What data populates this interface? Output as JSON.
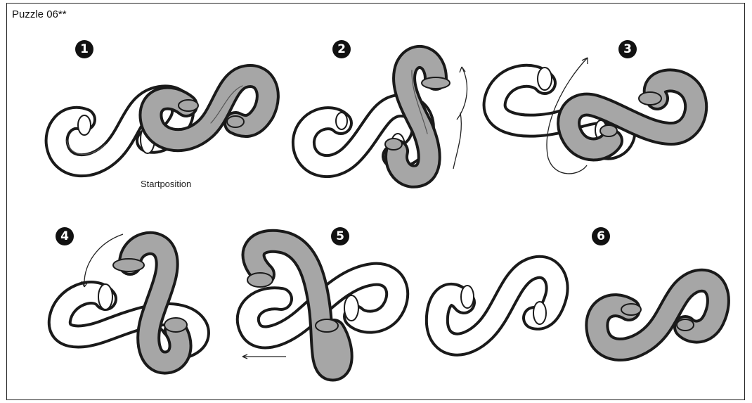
{
  "title": "Puzzle 06**",
  "caption": "Startposition",
  "steps": [
    {
      "label": "1"
    },
    {
      "label": "2"
    },
    {
      "label": "3"
    },
    {
      "label": "4"
    },
    {
      "label": "5"
    },
    {
      "label": "6"
    }
  ],
  "colors": {
    "piece_white": "#ffffff",
    "piece_gray": "#a6a6a6",
    "outline": "#1a1a1a"
  }
}
